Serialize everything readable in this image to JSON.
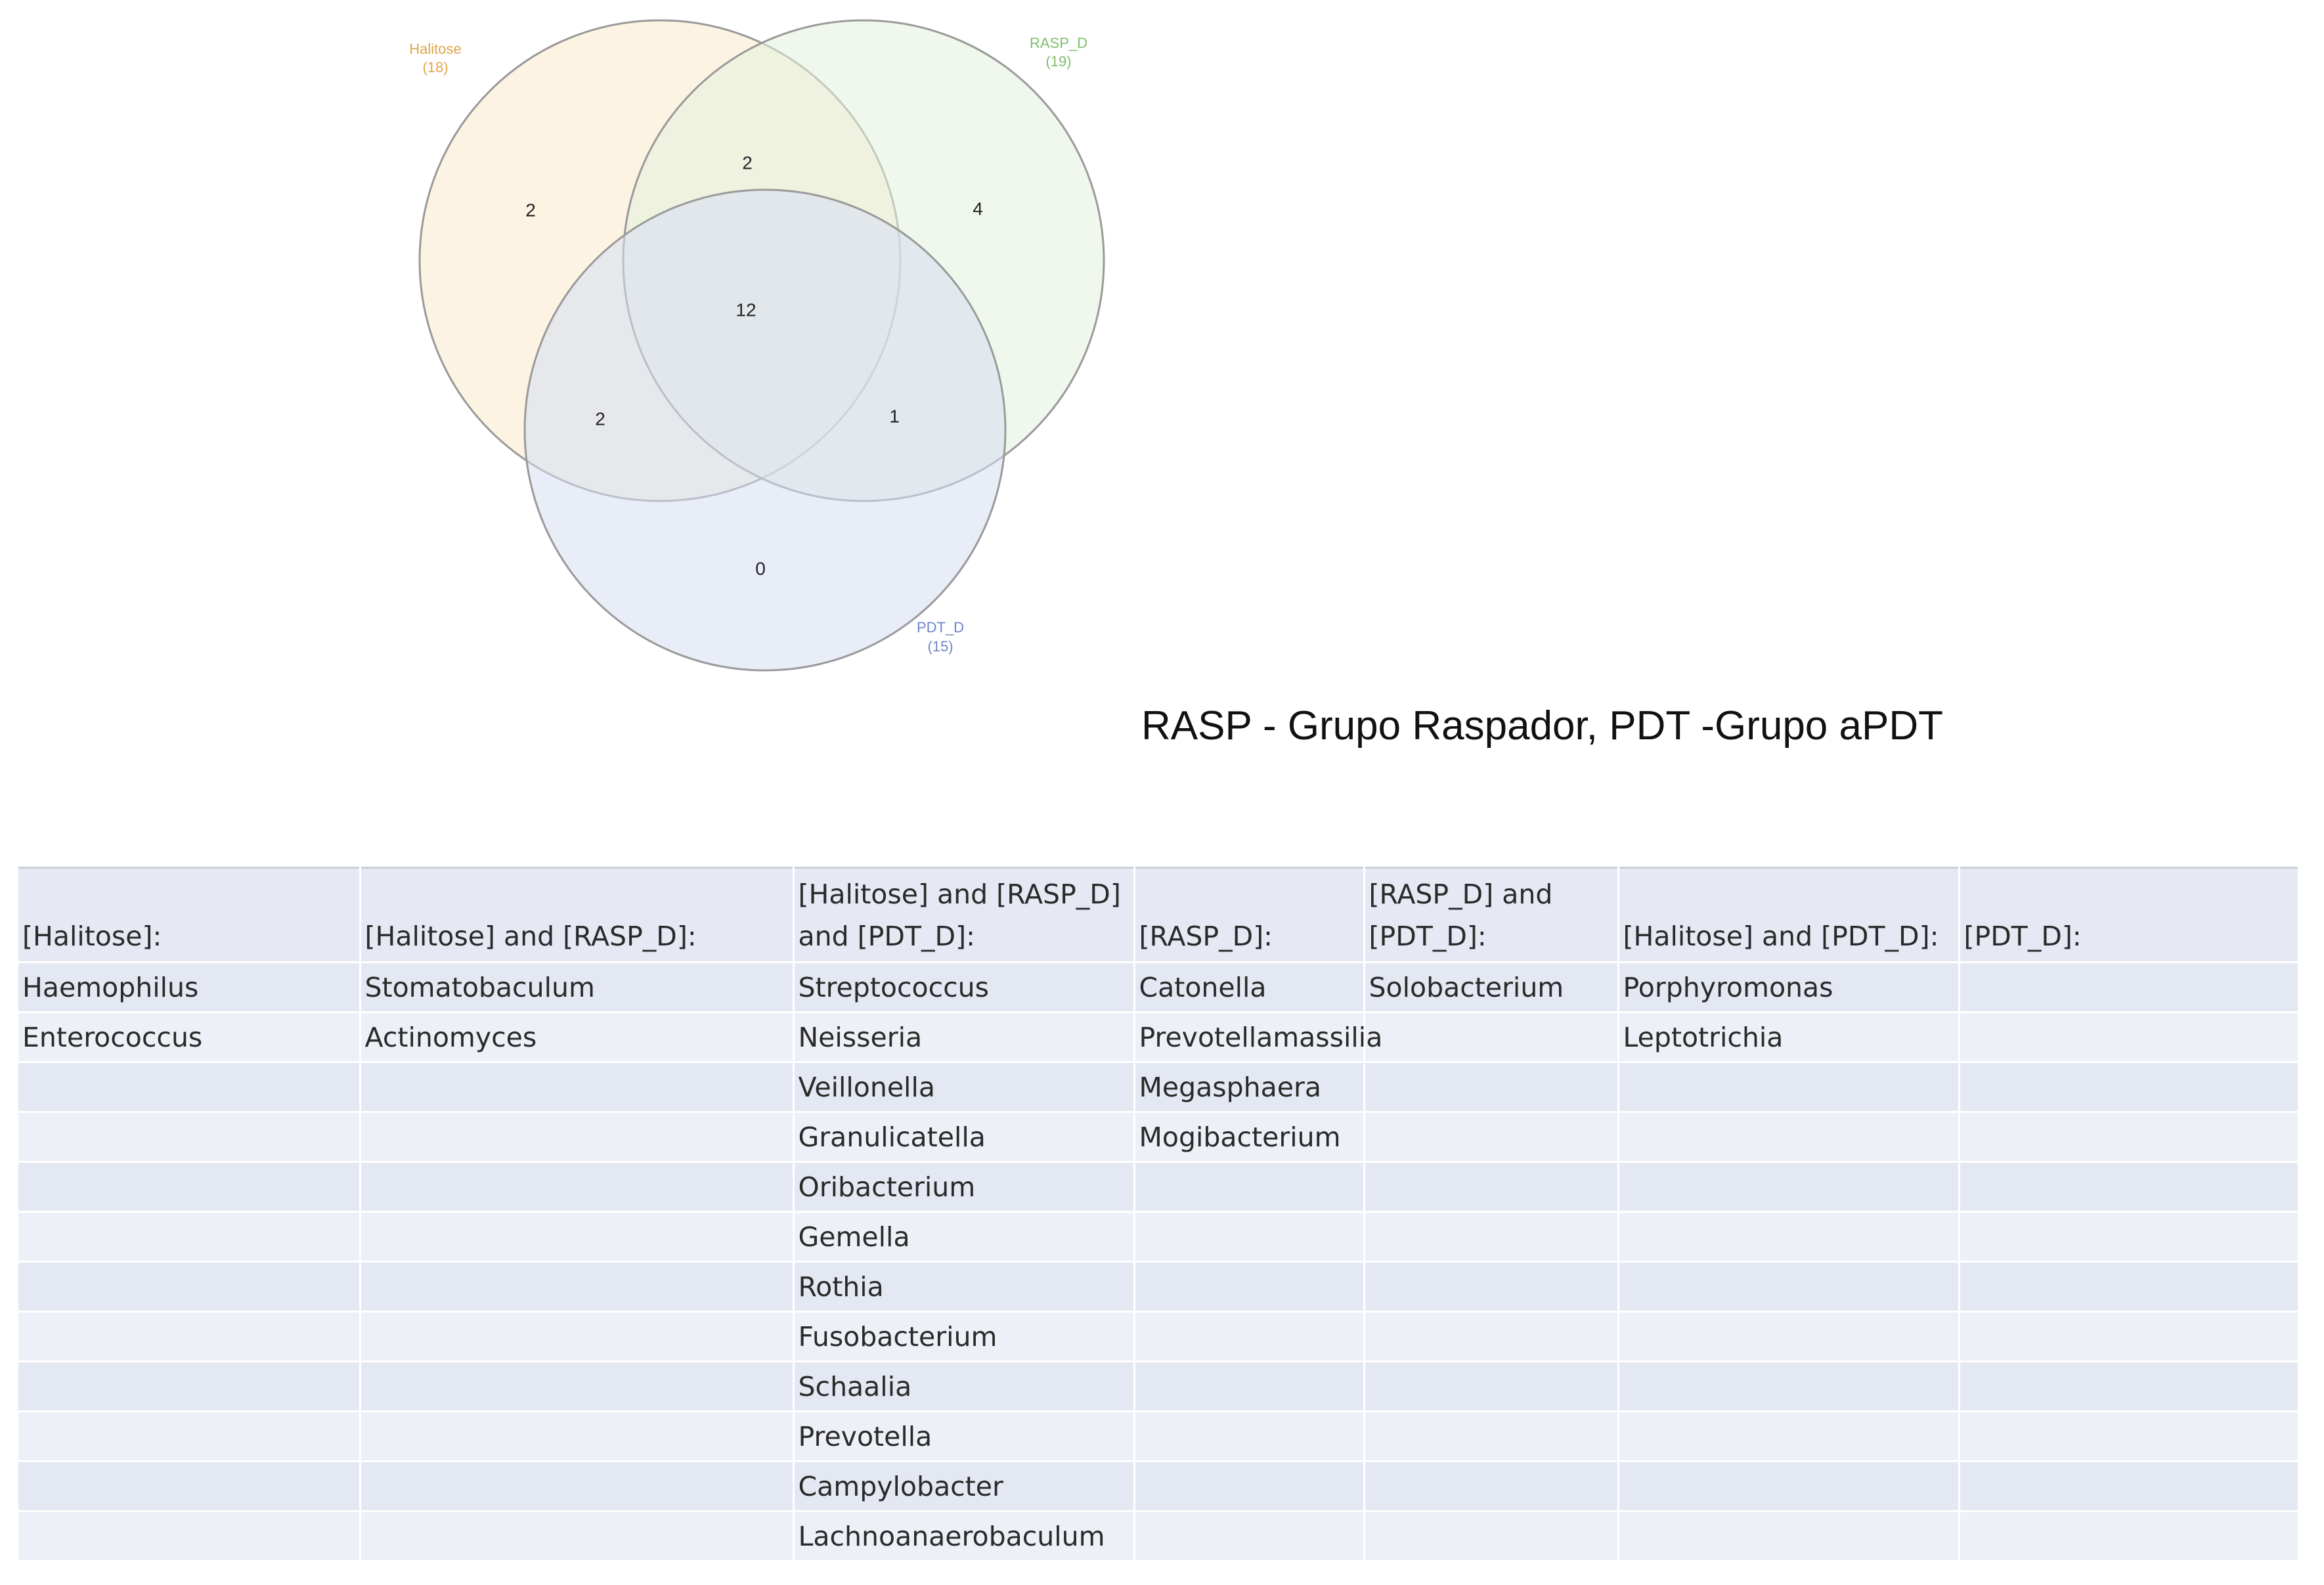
{
  "venn": {
    "sets": [
      {
        "name": "Halitose",
        "size_label": "(18)",
        "color": "#f0c98a",
        "fill": "#fbe9cb",
        "label_color": "#e0a64b"
      },
      {
        "name": "RASP_D",
        "size_label": "(19)",
        "color": "#9ccf8b",
        "fill": "#e4f1dc",
        "label_color": "#7dbf6a"
      },
      {
        "name": "PDT_D",
        "size_label": "(15)",
        "color": "#8fa4d8",
        "fill": "#d6def2",
        "label_color": "#6f86c8"
      }
    ],
    "regions": {
      "halitose_only": 2,
      "rasp_only": 4,
      "pdt_only": 0,
      "halitose_rasp": 2,
      "halitose_pdt": 2,
      "rasp_pdt": 1,
      "all_three": 12
    }
  },
  "legend": "RASP - Grupo Raspador, PDT -Grupo aPDT",
  "table": {
    "headers": [
      "[Halitose]:",
      "[Halitose] and [RASP_D]:",
      "[Halitose] and [RASP_D] and [PDT_D]:",
      "[RASP_D]:",
      "[RASP_D] and [PDT_D]:",
      "[Halitose] and [PDT_D]:",
      "[PDT_D]:"
    ],
    "rows": [
      [
        "Haemophilus",
        "Stomatobaculum",
        "Streptococcus",
        "Catonella",
        "Solobacterium",
        "Porphyromonas",
        ""
      ],
      [
        "Enterococcus",
        "Actinomyces",
        "Neisseria",
        "Prevotellamassilia",
        "",
        "Leptotrichia",
        ""
      ],
      [
        "",
        "",
        "Veillonella",
        "Megasphaera",
        "",
        "",
        ""
      ],
      [
        "",
        "",
        "Granulicatella",
        "Mogibacterium",
        "",
        "",
        ""
      ],
      [
        "",
        "",
        "Oribacterium",
        "",
        "",
        "",
        ""
      ],
      [
        "",
        "",
        "Gemella",
        "",
        "",
        "",
        ""
      ],
      [
        "",
        "",
        "Rothia",
        "",
        "",
        "",
        ""
      ],
      [
        "",
        "",
        "Fusobacterium",
        "",
        "",
        "",
        ""
      ],
      [
        "",
        "",
        "Schaalia",
        "",
        "",
        "",
        ""
      ],
      [
        "",
        "",
        "Prevotella",
        "",
        "",
        "",
        ""
      ],
      [
        "",
        "",
        "Campylobacter",
        "",
        "",
        "",
        ""
      ],
      [
        "",
        "",
        "Lachnoanaerobaculum",
        "",
        "",
        "",
        ""
      ]
    ]
  }
}
